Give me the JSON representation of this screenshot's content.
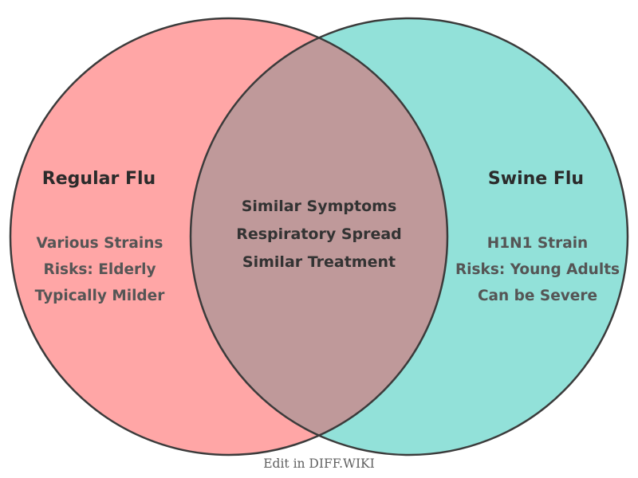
{
  "venn": {
    "left": {
      "title": "Regular Flu",
      "items": [
        "Various Strains",
        "Risks: Elderly",
        "Typically Milder"
      ],
      "color": "#FFA6A6"
    },
    "right": {
      "title": "Swine Flu",
      "items": [
        "H1N1 Strain",
        "Risks: Young Adults",
        "Can be Severe"
      ],
      "color": "#92E1D9"
    },
    "overlap": {
      "items": [
        "Similar Symptoms",
        "Respiratory Spread",
        "Similar Treatment"
      ],
      "color": "#BF999A"
    },
    "outline_color": "#3B3B3B"
  },
  "footer": {
    "caption": "Edit in DIFF.WIKI"
  }
}
